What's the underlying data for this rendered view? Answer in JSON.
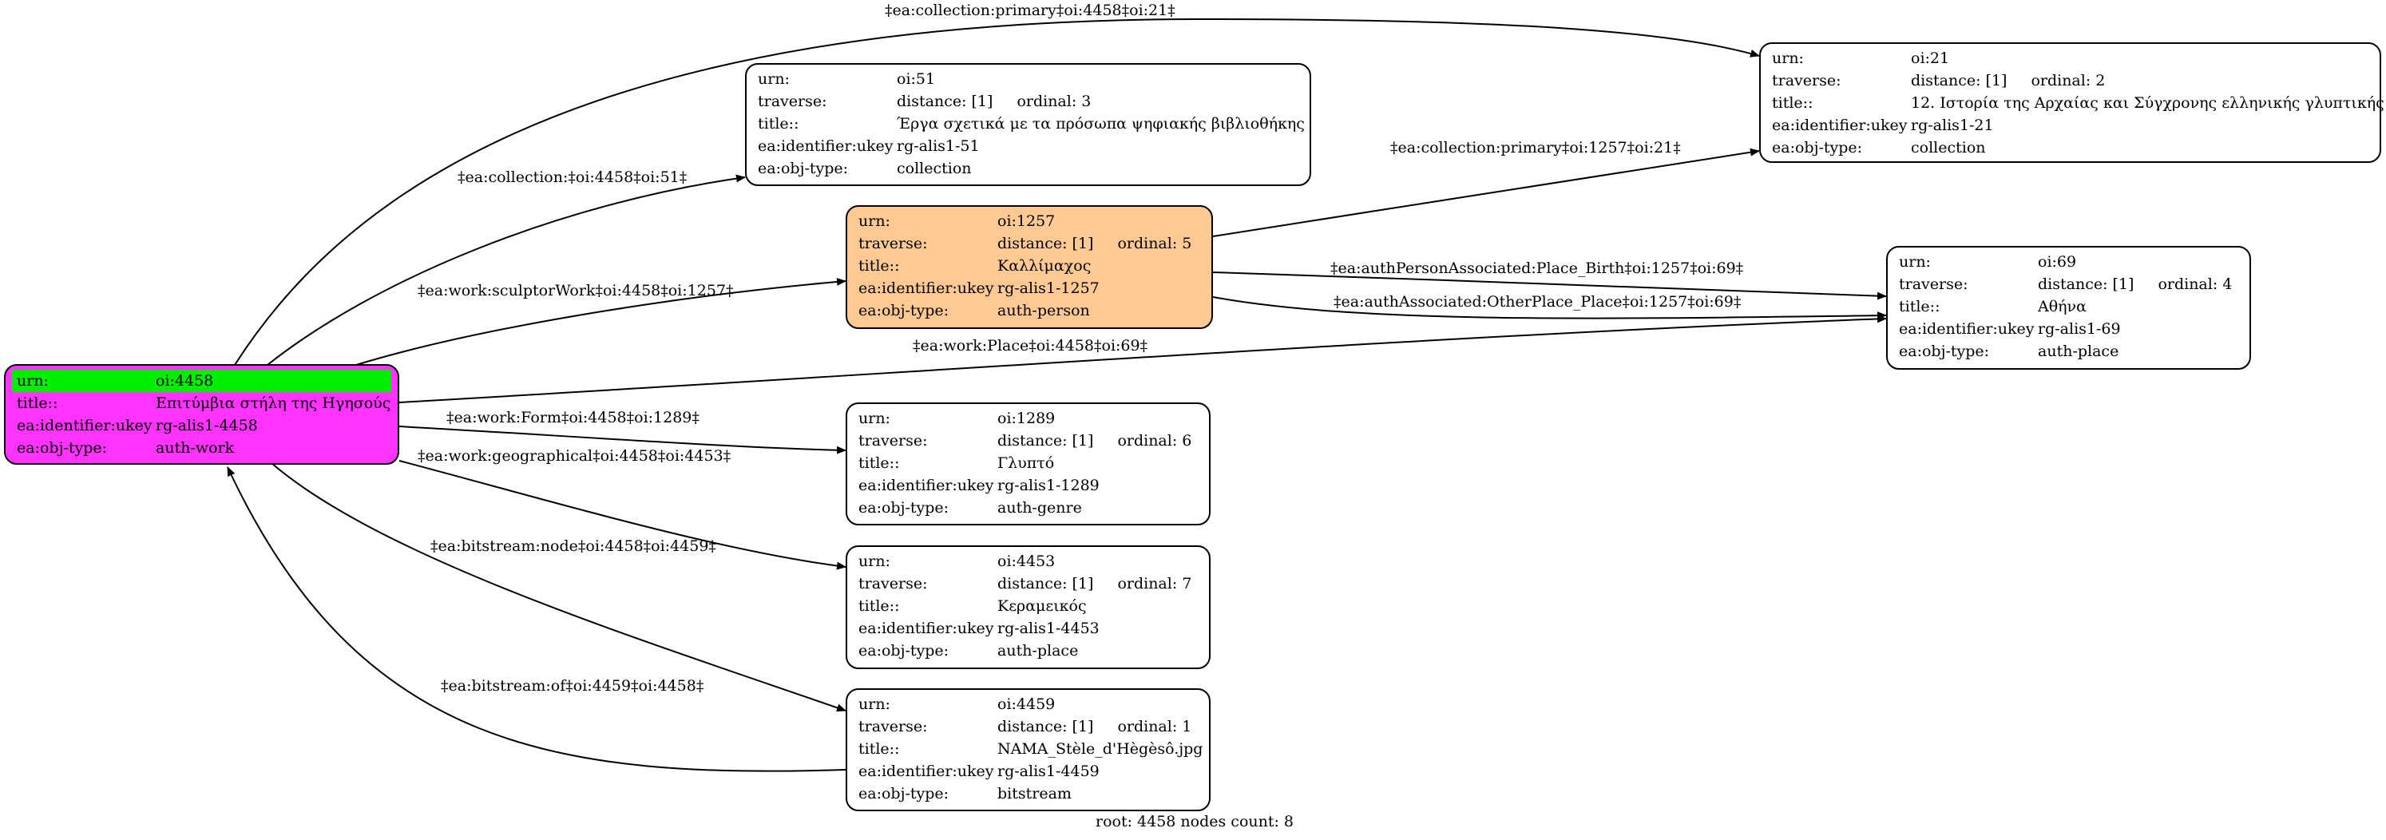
{
  "nodes": {
    "n4458": {
      "rows": [
        {
          "key": "urn:",
          "value": "oi:4458"
        },
        {
          "key": "title::",
          "value": "Επιτύμβια στήλη της Ηγησούς"
        },
        {
          "key": "ea:identifier:ukey",
          "value": "rg-alis1-4458"
        },
        {
          "key": "ea:obj-type:",
          "value": "auth-work"
        }
      ]
    },
    "n51": {
      "rows": [
        {
          "key": "urn:",
          "value": "oi:51"
        },
        {
          "key": "traverse:",
          "value": "distance: [1]",
          "extra": "ordinal: 3"
        },
        {
          "key": "title::",
          "value": "Έργα σχετικά με τα πρόσωπα ψηφιακής βιβλιοθήκης"
        },
        {
          "key": "ea:identifier:ukey",
          "value": "rg-alis1-51"
        },
        {
          "key": "ea:obj-type:",
          "value": "collection"
        }
      ]
    },
    "n21": {
      "rows": [
        {
          "key": "urn:",
          "value": "oi:21"
        },
        {
          "key": "traverse:",
          "value": "distance: [1]",
          "extra": "ordinal: 2"
        },
        {
          "key": "title::",
          "value": "12. Ιστορία της Αρχαίας και Σύγχρονης ελληνικής γλυπτικής"
        },
        {
          "key": "ea:identifier:ukey",
          "value": "rg-alis1-21"
        },
        {
          "key": "ea:obj-type:",
          "value": "collection"
        }
      ]
    },
    "n1257": {
      "rows": [
        {
          "key": "urn:",
          "value": "oi:1257"
        },
        {
          "key": "traverse:",
          "value": "distance: [1]",
          "extra": "ordinal: 5"
        },
        {
          "key": "title::",
          "value": "Καλλίμαχος"
        },
        {
          "key": "ea:identifier:ukey",
          "value": "rg-alis1-1257"
        },
        {
          "key": "ea:obj-type:",
          "value": "auth-person"
        }
      ]
    },
    "n69": {
      "rows": [
        {
          "key": "urn:",
          "value": "oi:69"
        },
        {
          "key": "traverse:",
          "value": "distance: [1]",
          "extra": "ordinal: 4"
        },
        {
          "key": "title::",
          "value": "Αθήνα"
        },
        {
          "key": "ea:identifier:ukey",
          "value": "rg-alis1-69"
        },
        {
          "key": "ea:obj-type:",
          "value": "auth-place"
        }
      ]
    },
    "n1289": {
      "rows": [
        {
          "key": "urn:",
          "value": "oi:1289"
        },
        {
          "key": "traverse:",
          "value": "distance: [1]",
          "extra": "ordinal: 6"
        },
        {
          "key": "title::",
          "value": "Γλυπτό"
        },
        {
          "key": "ea:identifier:ukey",
          "value": "rg-alis1-1289"
        },
        {
          "key": "ea:obj-type:",
          "value": "auth-genre"
        }
      ]
    },
    "n4453": {
      "rows": [
        {
          "key": "urn:",
          "value": "oi:4453"
        },
        {
          "key": "traverse:",
          "value": "distance: [1]",
          "extra": "ordinal: 7"
        },
        {
          "key": "title::",
          "value": "Κεραμεικός"
        },
        {
          "key": "ea:identifier:ukey",
          "value": "rg-alis1-4453"
        },
        {
          "key": "ea:obj-type:",
          "value": "auth-place"
        }
      ]
    },
    "n4459": {
      "rows": [
        {
          "key": "urn:",
          "value": "oi:4459"
        },
        {
          "key": "traverse:",
          "value": "distance: [1]",
          "extra": "ordinal: 1"
        },
        {
          "key": "title::",
          "value": "NAMA_Stèle_d'Hègèsô.jpg"
        },
        {
          "key": "ea:identifier:ukey",
          "value": "rg-alis1-4459"
        },
        {
          "key": "ea:obj-type:",
          "value": "bitstream"
        }
      ]
    }
  },
  "edges": {
    "e_col_primary_21": "‡ea:collection:primary‡oi:4458‡oi:21‡",
    "e_col_51": "‡ea:collection:‡oi:4458‡oi:51‡",
    "e_sculptor": "‡ea:work:sculptorWork‡oi:4458‡oi:1257‡",
    "e_place_69": "‡ea:work:Place‡oi:4458‡oi:69‡",
    "e_form": "‡ea:work:Form‡oi:4458‡oi:1289‡",
    "e_geo": "‡ea:work:geographical‡oi:4458‡oi:4453‡",
    "e_bit_node": "‡ea:bitstream:node‡oi:4458‡oi:4459‡",
    "e_bit_of": "‡ea:bitstream:of‡oi:4459‡oi:4458‡",
    "e_1257_col_21": "‡ea:collection:primary‡oi:1257‡oi:21‡",
    "e_birth": "‡ea:authPersonAssociated:Place_Birth‡oi:1257‡oi:69‡",
    "e_other": "‡ea:authAssociated:OtherPlace_Place‡oi:1257‡oi:69‡"
  },
  "footer": "root: 4458 nodes count: 8",
  "colors": {
    "root_fill": "#ff33ff",
    "root_urn_highlight": "#00ee00",
    "person_fill": "#ffc994",
    "default_fill": "#ffffff"
  }
}
